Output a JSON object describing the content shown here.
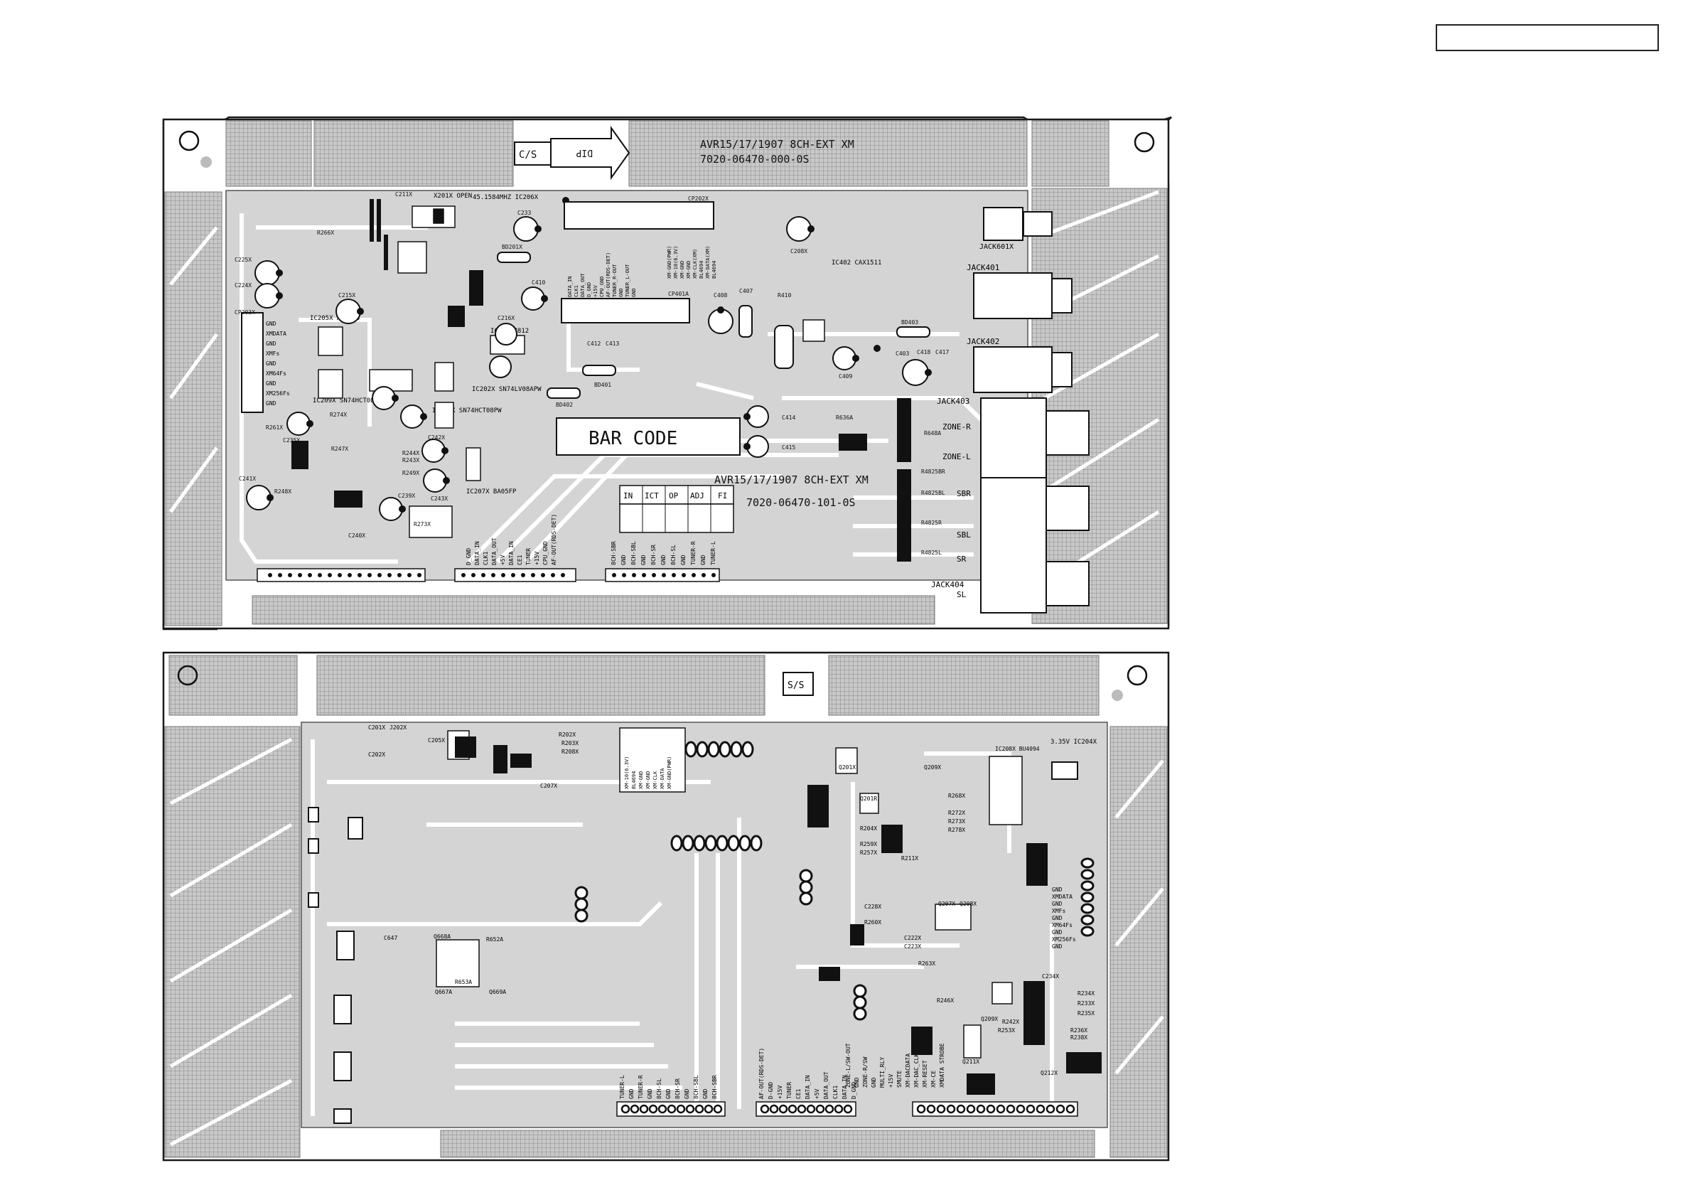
{
  "title_box": {
    "text": ""
  },
  "top_board": {
    "model_line1": "AVR15/17/1907 8CH-EXT XM",
    "model_line2": "7020-06470-000-0S",
    "cs_label": "C/S",
    "dip_label": "DIP",
    "barcode": "BAR CODE",
    "model2_line1": "AVR15/17/1907 8CH-EXT XM",
    "model2_line2": "7020-06470-101-0S",
    "test_table": [
      "IN",
      "ICT",
      "OP",
      "ADJ",
      "FI"
    ],
    "jacks": [
      "JACK601X",
      "JACK401",
      "JACK402",
      "JACK403",
      "JACK404"
    ],
    "zone_labels": [
      "ZONE-R",
      "ZONE-L",
      "SBR",
      "SBL",
      "SR",
      "SL"
    ],
    "ic_labels": [
      "X201X OPEN",
      "45.1584MHZ IC206X",
      "IC205X AK4385",
      "IC209X SN74HCT08PW",
      "IC202X SN74LV08APW",
      "IC203X SN74HCT08PW",
      "IC207X BA05FP",
      "IC401 7812",
      "IC402 CAX1511"
    ],
    "part_labels": [
      "C211X",
      "C233",
      "CP202X",
      "C208X",
      "C225X",
      "C224X",
      "CP203X",
      "C215X",
      "BD201X",
      "C410",
      "CP401A",
      "C216X",
      "C408",
      "C407",
      "R410",
      "BD403",
      "C412",
      "C413",
      "BD401",
      "BD402",
      "C414",
      "C415",
      "C409",
      "C403",
      "C418",
      "C417",
      "C235X",
      "C242X",
      "C241X",
      "C239X",
      "C243X",
      "C240X",
      "R273X",
      "R274X",
      "R261X",
      "R266X",
      "R247X",
      "R248X",
      "R249X",
      "R244X",
      "R243X",
      "R4825BR",
      "R4825BL",
      "R4825R",
      "R4825L",
      "R648A",
      "R636A"
    ],
    "cp203_pins": [
      "GND",
      "XMDATA",
      "GND",
      "XMFs",
      "GND",
      "XM64Fs",
      "GND",
      "XM256Fs",
      "GND"
    ],
    "connector_pins_a": [
      "D_GND",
      "DATA_IN",
      "CLK1",
      "DATA_OUT",
      "+5V",
      "DATA_IN",
      "CE1",
      "TUNER",
      "+15V",
      "CPU_GND",
      "AF-OUT(RDS-DET)"
    ],
    "connector_pins_b": [
      "8CH-SBR",
      "GND",
      "8CH-SBL",
      "GND",
      "8CH-SR",
      "GND",
      "8CH-SL",
      "GND",
      "TUNER-R",
      "GND",
      "TUNER-L"
    ],
    "cp202_pins": [
      "XM-GND(PWR)",
      "XM-10(6.3V)",
      "XM-GND",
      "XM-GND",
      "XM-CLK(XM)",
      "BL4694",
      "XM-DATA(XM)",
      "BL4694"
    ],
    "cp401_pins": [
      "DATA_IN",
      "CLK1",
      "DATA_OUT",
      "D_GND",
      "+15V",
      "CPU_GND",
      "AF-OUT(RDS-DET)",
      "TUNER_R-OUT",
      "GND",
      "TUNER_L-OUT",
      "GND"
    ]
  },
  "bottom_board": {
    "ss_label": "S/S",
    "regulator": "3.35V IC204X",
    "ic_labels": [
      "IC208X BU4094",
      "Q201X",
      "Q201R",
      "Q209X",
      "Q207X",
      "Q208X",
      "Q209X",
      "Q211X",
      "Q212X",
      "Q668A",
      "Q669A",
      "Q667A"
    ],
    "part_labels": [
      "C201X",
      "J202X",
      "C202X",
      "C205X",
      "R202X",
      "R203X",
      "R208X",
      "C207X",
      "R204X",
      "R259X",
      "R257X",
      "R211X",
      "R268X",
      "R272X",
      "R273X",
      "R278X",
      "C228X",
      "R260X",
      "C222X",
      "C223X",
      "R263X",
      "R246X",
      "R242X",
      "R253X",
      "R234X",
      "R233X",
      "R235X",
      "R236X",
      "R238X",
      "C234X",
      "C647",
      "R652A",
      "R653A"
    ],
    "cp_pins": [
      "GND",
      "XMDATA",
      "GND",
      "XMFs",
      "GND",
      "XM64Fs",
      "GND",
      "XM256Fs",
      "GND"
    ],
    "xm_pins": [
      "XM-10(6.3V)",
      "BL4694",
      "XM-GND",
      "XM-GND",
      "XM-CLK",
      "XM-DATA",
      "XM-GND(PWR)"
    ],
    "conn_pins_a": [
      "TUNER-L",
      "GND",
      "TUNER-R",
      "GND",
      "8CH-SL",
      "GND",
      "8CH-SR",
      "GND",
      "8CH-SBL",
      "GND",
      "8CH-SBR"
    ],
    "conn_pins_b": [
      "AF-OUT(RDS-DET)",
      "D-GND",
      "+15V",
      "TUNER",
      "CE1",
      "DATA_IN",
      "+5V",
      "DATA_OUT",
      "CLK1",
      "DATA_IN",
      "D_GND"
    ],
    "conn_pins_c": [
      "ZONE-L/SW-OUT",
      "GND",
      "ZONE-R/SW",
      "GND",
      "MULTI_RLY",
      "+15V",
      "SMUTE",
      "XM-DACDATA",
      "XM-DAC_CLK",
      "XM-RESET",
      "XM-CE",
      "XMDATA STROBE"
    ]
  },
  "colors": {
    "board_fill": "#d0d0d0",
    "trace": "#ffffff",
    "outline": "#1a1a1a",
    "pad": "#111111",
    "hatch": "#9a9a9a"
  }
}
